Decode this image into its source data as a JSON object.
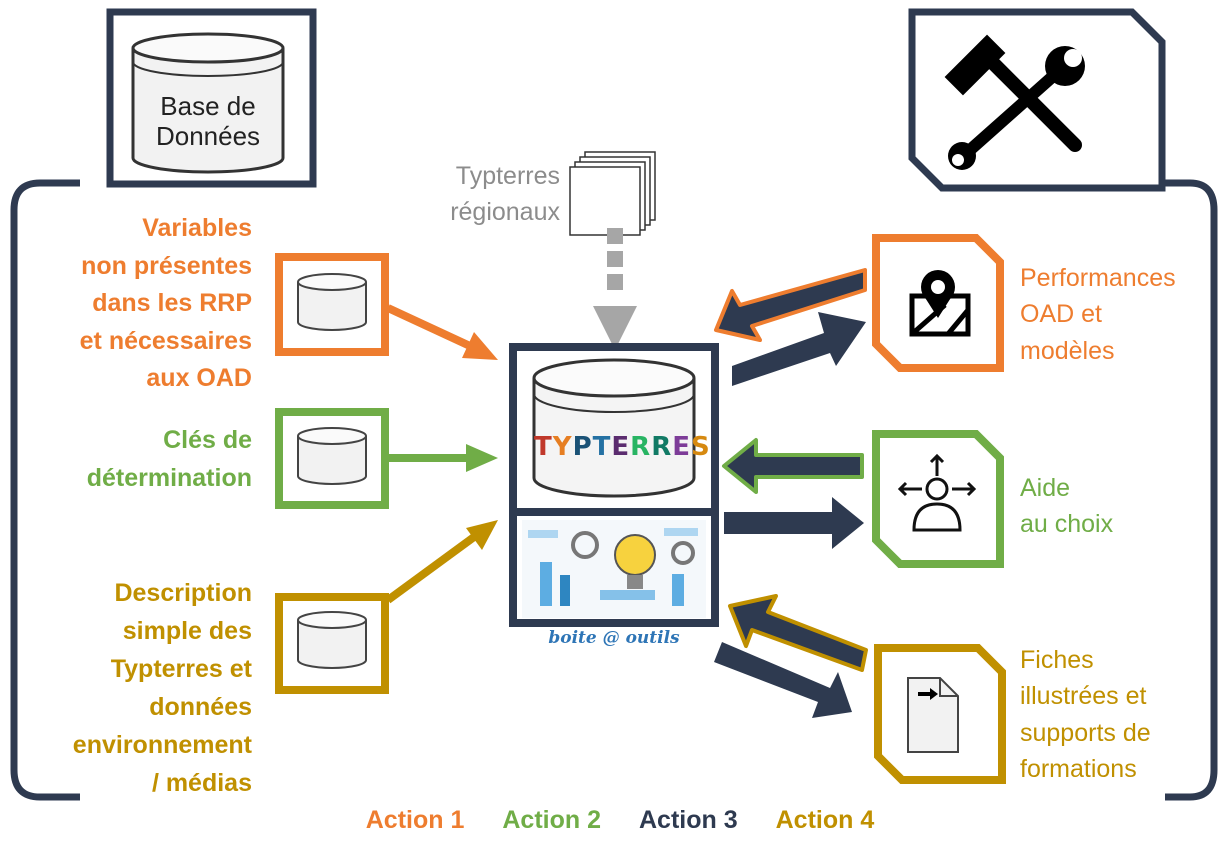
{
  "colors": {
    "action1": "#EE7D2F",
    "action2": "#70AD47",
    "action3": "#2E3A50",
    "action4": "#C09000",
    "grey": "#8C8C8C"
  },
  "database_box": {
    "line1": "Base de",
    "line2": "Données"
  },
  "tools_box": {
    "icon": "wrench-hammer-icon"
  },
  "regional": {
    "line1": "Typterres",
    "line2": "régionaux",
    "icon": "stacked-pages-icon"
  },
  "center": {
    "logo_letters": [
      {
        "t": "T",
        "c": "#C0392B"
      },
      {
        "t": "Y",
        "c": "#E67E22"
      },
      {
        "t": "P",
        "c": "#1A5276"
      },
      {
        "t": "T",
        "c": "#2471A3"
      },
      {
        "t": "E",
        "c": "#5B2C6F"
      },
      {
        "t": "R",
        "c": "#28B463"
      },
      {
        "t": "R",
        "c": "#117A65"
      },
      {
        "t": "E",
        "c": "#7D3C98"
      },
      {
        "t": "S",
        "c": "#D68910"
      }
    ],
    "toolbox_caption": "boite @ outils"
  },
  "left_items": [
    {
      "lines": [
        "Variables",
        "non présentes",
        "dans les RRP",
        "et nécessaires",
        "aux OAD"
      ]
    },
    {
      "lines": [
        "Clés de",
        "détermination"
      ]
    },
    {
      "lines": [
        "Description",
        "simple des",
        "Typterres et",
        "données",
        "environnement",
        "/ médias"
      ]
    }
  ],
  "right_items": [
    {
      "lines": [
        "Performances",
        "OAD et",
        "modèles"
      ],
      "icon": "map-pin-icon"
    },
    {
      "lines": [
        "Aide",
        "au choix"
      ],
      "icon": "person-choice-icon"
    },
    {
      "lines": [
        "Fiches",
        "illustrées et",
        "supports de",
        "formations"
      ],
      "icon": "document-icon"
    }
  ],
  "legend": [
    "Action 1",
    "Action 2",
    "Action 3",
    "Action 4"
  ]
}
